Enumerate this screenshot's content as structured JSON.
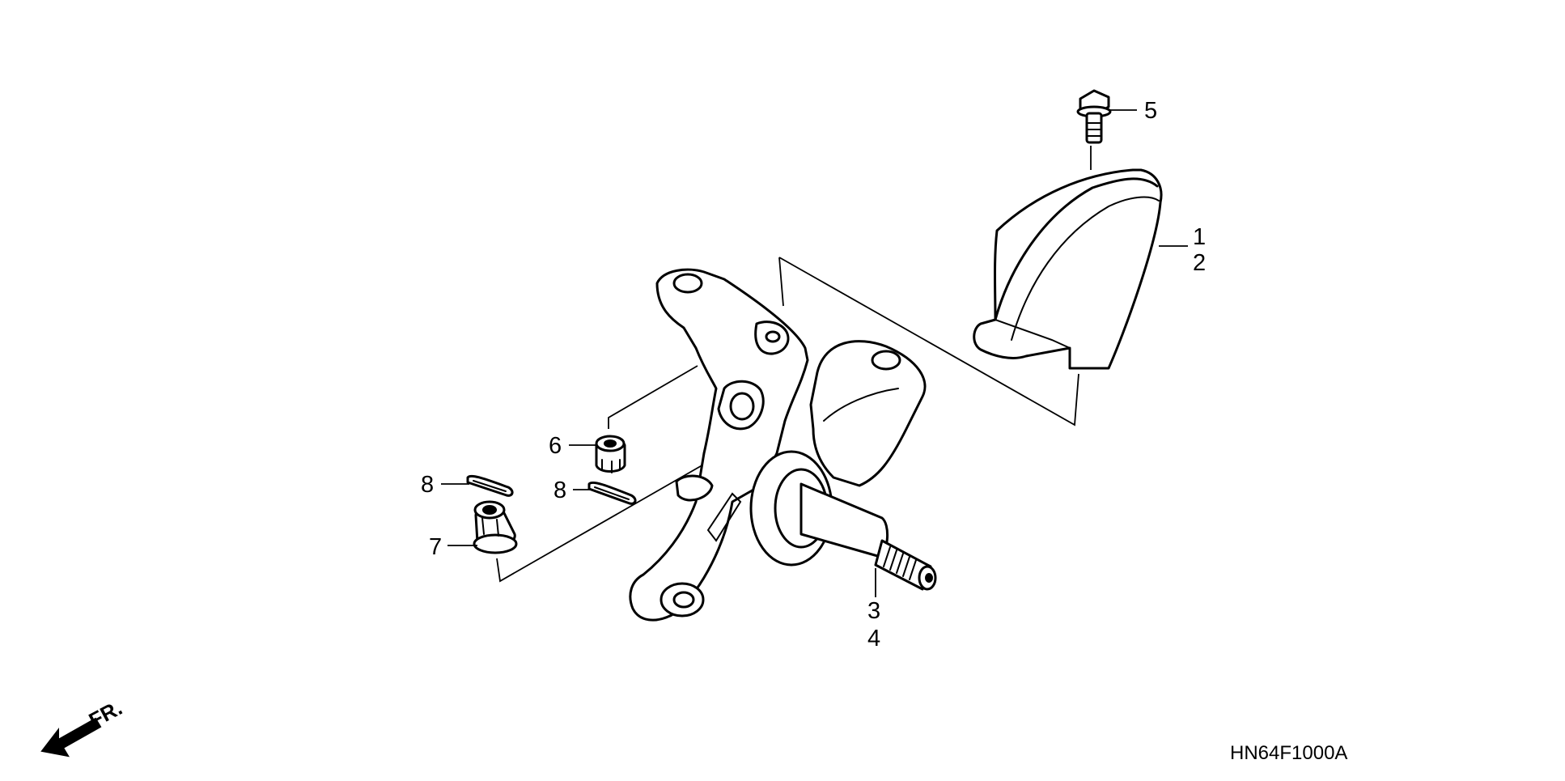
{
  "callouts": {
    "c1": "1",
    "c2": "2",
    "c3": "3",
    "c4": "4",
    "c5": "5",
    "c6": "6",
    "c7": "7",
    "c8a": "8",
    "c8b": "8"
  },
  "front_indicator": "FR.",
  "diagram_code": "HN64F1000A",
  "icons": {
    "front_arrow": "front-direction-arrow-icon"
  }
}
